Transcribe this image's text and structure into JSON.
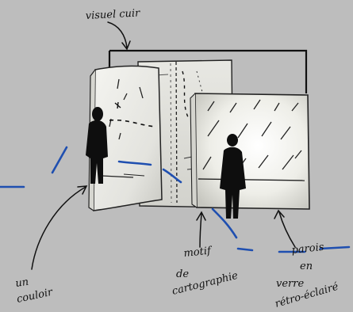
{
  "colors": {
    "background": "#bdbdbd",
    "ink": "#111111",
    "route": "#1f4fb0",
    "panel_light": "#f2f2ee",
    "panel_mid": "#dcdcd6",
    "panel_shadow": "#a9a9a3"
  },
  "annotations": {
    "visuel_cuir": "visuel cuir",
    "un_couloir_1": "un",
    "un_couloir_2": "couloir",
    "motif_1": "motif",
    "motif_2": "de",
    "motif_3": "cartographie",
    "parois_1": "parois",
    "parois_2": "en",
    "parois_3": "verre",
    "parois_4": "rétro-éclairé"
  },
  "icons": {
    "figures": [
      "standing-person-icon",
      "standing-person-icon"
    ]
  }
}
